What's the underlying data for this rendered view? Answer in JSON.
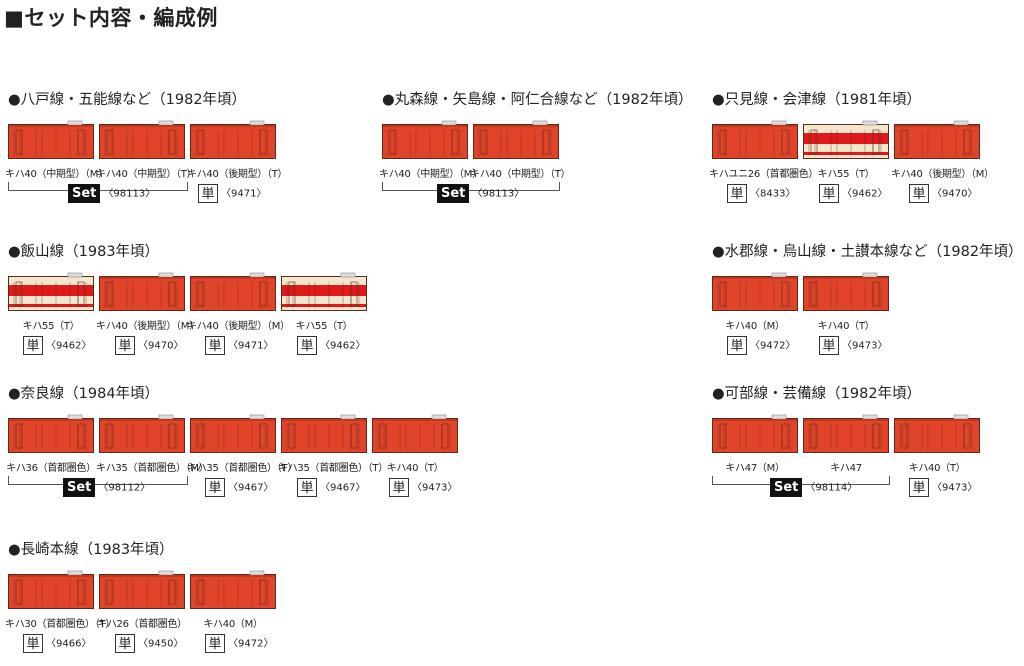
{
  "title": "■セット内容・編成例",
  "colors": {
    "orange": "#e2442a",
    "cream": "#f2e7cd",
    "red_band": "#e01a1a",
    "outline": "#5a2a1a"
  },
  "groups": [
    {
      "title": "●八戸線・五能線など（1982年頃）",
      "cars": [
        {
          "label": "キハ40（中期型）（M）",
          "style": "orange"
        },
        {
          "label": "キハ40（中期型）（T）",
          "style": "orange"
        },
        {
          "label": "キハ40（後期型）（T）",
          "style": "orange"
        }
      ],
      "codes": [
        {
          "kind": "Set",
          "tag": "Set",
          "text": "〈98113〉"
        },
        {
          "kind": "single",
          "tag": "単",
          "text": "〈9471〉"
        }
      ]
    },
    {
      "title": "●丸森線・矢島線・阿仁合線など（1982年頃）",
      "cars": [
        {
          "label": "キハ40（中期型）（M）",
          "style": "orange"
        },
        {
          "label": "キハ40（中期型）（T）",
          "style": "orange"
        }
      ],
      "codes": [
        {
          "kind": "Set",
          "tag": "Set",
          "text": "〈98113〉"
        }
      ]
    },
    {
      "title": "●只見線・会津線（1981年頃）",
      "cars": [
        {
          "label": "キハユニ26（首都圏色）",
          "style": "orange"
        },
        {
          "label": "キハ55（T）",
          "style": "cream"
        },
        {
          "label": "キハ40（後期型）（M）",
          "style": "orange"
        }
      ],
      "codes": [
        {
          "kind": "single",
          "tag": "単",
          "text": "〈8433〉"
        },
        {
          "kind": "single",
          "tag": "単",
          "text": "〈9462〉"
        },
        {
          "kind": "single",
          "tag": "単",
          "text": "〈9470〉"
        }
      ]
    },
    {
      "title": "●飯山線（1983年頃）",
      "cars": [
        {
          "label": "キハ55（T）",
          "style": "cream"
        },
        {
          "label": "キハ40（後期型）（M）",
          "style": "orange"
        },
        {
          "label": "キハ40（後期型）（M）",
          "style": "orange"
        },
        {
          "label": "キハ55（T）",
          "style": "cream"
        }
      ],
      "codes": [
        {
          "kind": "single",
          "tag": "単",
          "text": "〈9462〉"
        },
        {
          "kind": "single",
          "tag": "単",
          "text": "〈9470〉"
        },
        {
          "kind": "single",
          "tag": "単",
          "text": "〈9471〉"
        },
        {
          "kind": "single",
          "tag": "単",
          "text": "〈9462〉"
        }
      ]
    },
    {
      "title": "●水郡線・烏山線・土讃本線など（1982年頃）",
      "cars": [
        {
          "label": "キハ40（M）",
          "style": "orange"
        },
        {
          "label": "キハ40（T）",
          "style": "orange"
        }
      ],
      "codes": [
        {
          "kind": "single",
          "tag": "単",
          "text": "〈9472〉"
        },
        {
          "kind": "single",
          "tag": "単",
          "text": "〈9473〉"
        }
      ]
    },
    {
      "title": "●奈良線（1984年頃）",
      "cars": [
        {
          "label": "キハ36（首都圏色）",
          "style": "orange"
        },
        {
          "label": "キハ35（首都圏色）（M）",
          "style": "orange"
        },
        {
          "label": "キハ35（首都圏色）（T）",
          "style": "orange"
        },
        {
          "label": "キハ35（首都圏色）（T）",
          "style": "orange"
        },
        {
          "label": "キハ40（T）",
          "style": "orange"
        }
      ],
      "codes": [
        {
          "kind": "Set",
          "tag": "Set",
          "text": "〈98112〉"
        },
        {
          "kind": "single",
          "tag": "単",
          "text": "〈9467〉"
        },
        {
          "kind": "single",
          "tag": "単",
          "text": "〈9467〉"
        },
        {
          "kind": "single",
          "tag": "単",
          "text": "〈9473〉"
        }
      ]
    },
    {
      "title": "●可部線・芸備線（1982年頃）",
      "cars": [
        {
          "label": "キハ47（M）",
          "style": "orange"
        },
        {
          "label": "キハ47",
          "style": "orange"
        },
        {
          "label": "キハ40（T）",
          "style": "orange"
        }
      ],
      "codes": [
        {
          "kind": "Set",
          "tag": "Set",
          "text": "〈98114〉"
        },
        {
          "kind": "single",
          "tag": "単",
          "text": "〈9473〉"
        }
      ]
    },
    {
      "title": "●長崎本線（1983年頃）",
      "cars": [
        {
          "label": "キハ30（首都圏色）（T）",
          "style": "orange"
        },
        {
          "label": "キハ26（首都圏色）",
          "style": "orange"
        },
        {
          "label": "キハ40（M）",
          "style": "orange"
        }
      ],
      "codes": [
        {
          "kind": "single",
          "tag": "単",
          "text": "〈9466〉"
        },
        {
          "kind": "single",
          "tag": "単",
          "text": "〈9450〉"
        },
        {
          "kind": "single",
          "tag": "単",
          "text": "〈9472〉"
        }
      ]
    }
  ]
}
